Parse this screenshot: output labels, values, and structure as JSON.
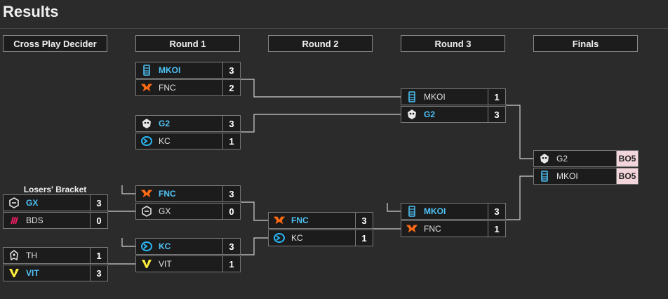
{
  "page": {
    "title": "Results"
  },
  "stages": [
    "Cross Play Decider",
    "Round 1",
    "Round 2",
    "Round 3",
    "Finals"
  ],
  "losers_caption": "Losers' Bracket",
  "colors": {
    "winner_name": "#4fc3f7",
    "tbd_bg": "#f3d6dc",
    "cell_bg": "#1c1c1c",
    "border": "#7a7a7a",
    "connector": "#d0d0d0"
  },
  "matches": {
    "r1_top": {
      "teams": [
        {
          "name": "MKOI",
          "logo": "mkoi-logo",
          "score": "3",
          "winner": true
        },
        {
          "name": "FNC",
          "logo": "fnc-logo",
          "score": "2",
          "winner": false
        }
      ]
    },
    "r1_mid": {
      "teams": [
        {
          "name": "G2",
          "logo": "g2-logo",
          "score": "3",
          "winner": true
        },
        {
          "name": "KC",
          "logo": "kc-logo",
          "score": "1",
          "winner": false
        }
      ]
    },
    "r3_top": {
      "teams": [
        {
          "name": "MKOI",
          "logo": "mkoi-logo",
          "score": "1",
          "winner": false
        },
        {
          "name": "G2",
          "logo": "g2-logo",
          "score": "3",
          "winner": true
        }
      ]
    },
    "finals": {
      "teams": [
        {
          "name": "G2",
          "logo": "g2-logo",
          "score": "BO5",
          "winner": false
        },
        {
          "name": "MKOI",
          "logo": "mkoi-logo",
          "score": "BO5",
          "winner": false
        }
      ]
    },
    "cpd_1": {
      "teams": [
        {
          "name": "GX",
          "logo": "gx-logo",
          "score": "3",
          "winner": true
        },
        {
          "name": "BDS",
          "logo": "bds-logo",
          "score": "0",
          "winner": false
        }
      ]
    },
    "cpd_2": {
      "teams": [
        {
          "name": "TH",
          "logo": "th-logo",
          "score": "1",
          "winner": false
        },
        {
          "name": "VIT",
          "logo": "vit-logo",
          "score": "3",
          "winner": true
        }
      ]
    },
    "r1_lb1": {
      "teams": [
        {
          "name": "FNC",
          "logo": "fnc-logo",
          "score": "3",
          "winner": true
        },
        {
          "name": "GX",
          "logo": "gx-logo",
          "score": "0",
          "winner": false
        }
      ]
    },
    "r1_lb2": {
      "teams": [
        {
          "name": "KC",
          "logo": "kc-logo",
          "score": "3",
          "winner": true
        },
        {
          "name": "VIT",
          "logo": "vit-logo",
          "score": "1",
          "winner": false
        }
      ]
    },
    "r2": {
      "teams": [
        {
          "name": "FNC",
          "logo": "fnc-logo",
          "score": "3",
          "winner": true
        },
        {
          "name": "KC",
          "logo": "kc-logo",
          "score": "1",
          "winner": false
        }
      ]
    },
    "r3_bot": {
      "teams": [
        {
          "name": "MKOI",
          "logo": "mkoi-logo",
          "score": "3",
          "winner": true
        },
        {
          "name": "FNC",
          "logo": "fnc-logo",
          "score": "1",
          "winner": false
        }
      ]
    }
  }
}
